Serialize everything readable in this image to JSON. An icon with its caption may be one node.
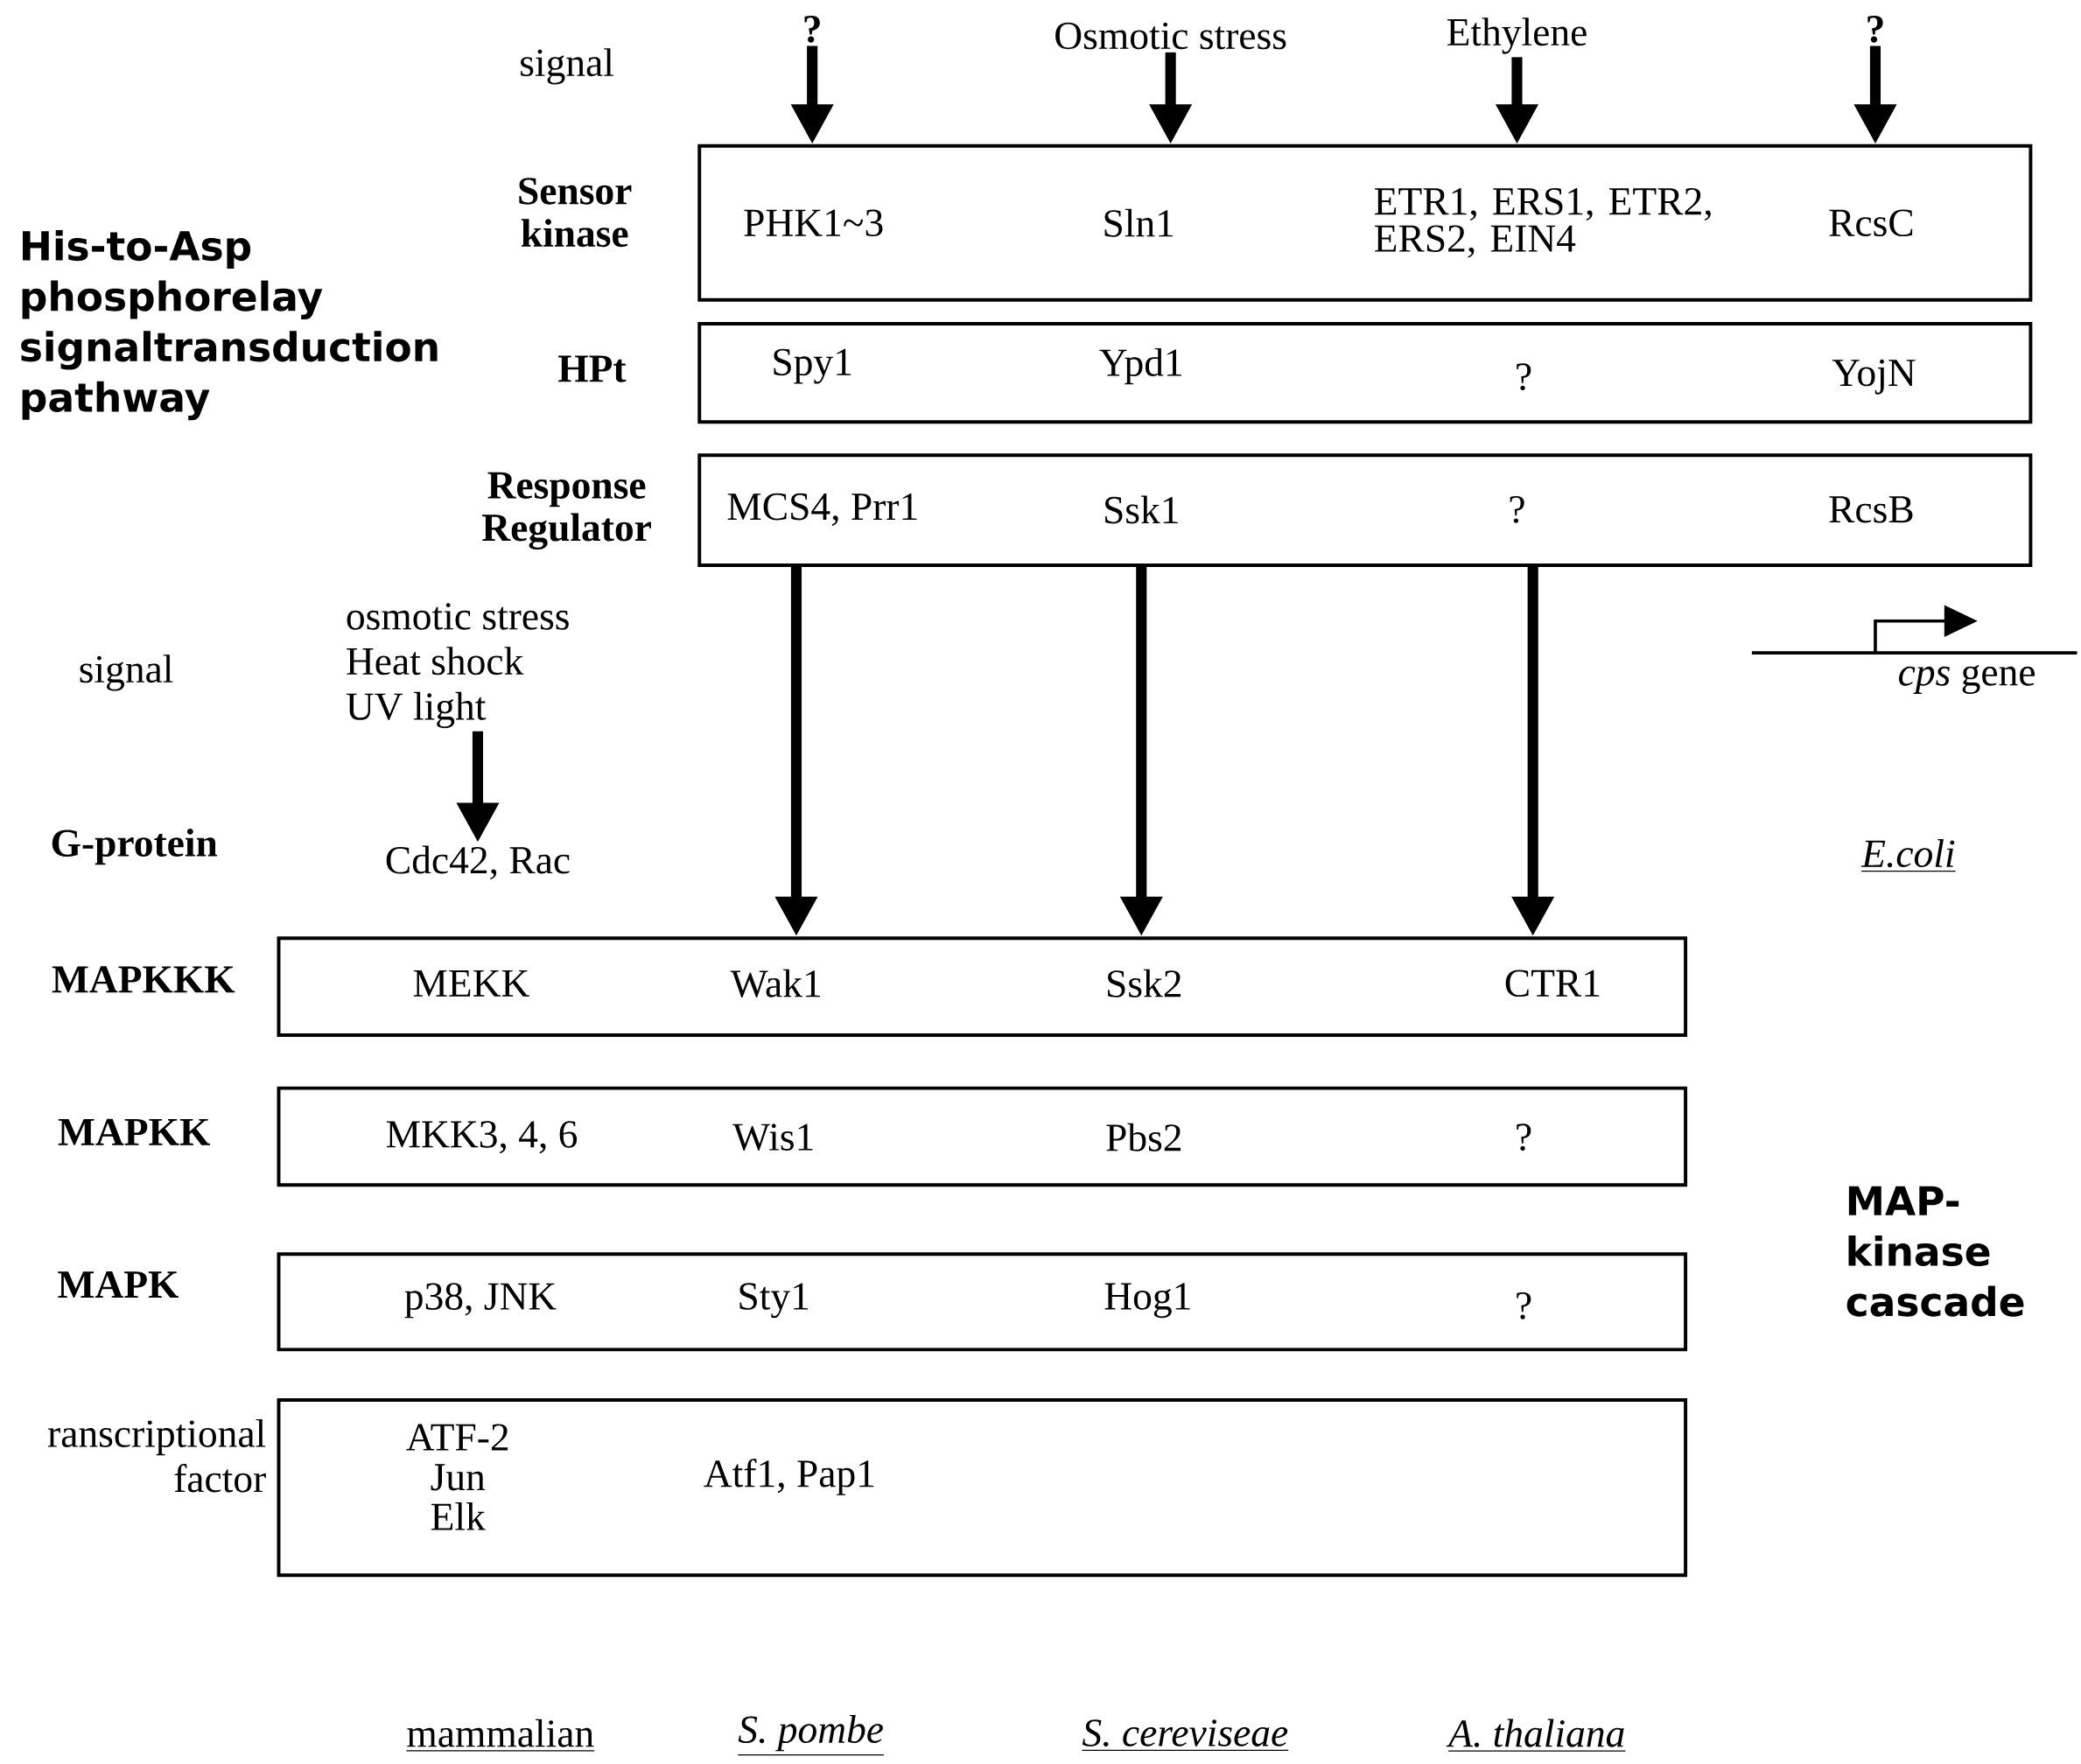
{
  "diagram": {
    "nodes": [
      {
        "text": [
          "?"
        ]
      },
      {
        "text": [
          "Osmotic stress"
        ]
      },
      {
        "text": [
          "Ethylene"
        ]
      },
      {
        "text": [
          "?"
        ]
      },
      {
        "text": [
          "PHK1~3",
          "Sln1",
          "ETR1, ERS1, ETR2, ERS2, EIN4",
          "RcsC"
        ]
      },
      {
        "text": [
          "Spy1",
          "Ypd1",
          "?",
          "YojN"
        ]
      },
      {
        "text": [
          "MCS4, Prr1",
          "Ssk1",
          "?",
          "RcsB"
        ]
      },
      {
        "text": [
          "osmotic stress",
          "Heat shock",
          "UV light"
        ]
      },
      {
        "text": [
          "Cdc42, Rac"
        ]
      },
      {
        "text": [
          "MEKK",
          "Wak1",
          "Ssk2",
          "CTR1"
        ]
      },
      {
        "text": [
          "MKK3, 4, 6",
          "Wis1",
          "Pbs2",
          "?"
        ]
      },
      {
        "text": [
          "p38, JNK",
          "Sty1",
          "Hog1",
          "?"
        ]
      },
      {
        "text": [
          "ATF-2",
          "Jun",
          "Elk",
          "Atf1, Pap1"
        ]
      }
    ],
    "edges": [
      {
        "from": 0,
        "to": 4,
        "arrow": "to"
      },
      {
        "from": 1,
        "to": 4,
        "arrow": "to"
      },
      {
        "from": 2,
        "to": 4,
        "arrow": "to"
      },
      {
        "from": 3,
        "to": 4,
        "arrow": "to"
      },
      {
        "from": 6,
        "to": 9,
        "arrow": "to"
      },
      {
        "from": 6,
        "to": 9,
        "arrow": "to"
      },
      {
        "from": 6,
        "to": 9,
        "arrow": "to"
      },
      {
        "from": 7,
        "to": 8,
        "arrow": "to"
      }
    ],
    "labels": [
      "signal",
      "Sensor kinase",
      "His-to-Asp phosphorelay signaltransduction pathway",
      "HPt",
      "Response Regulator",
      "signal",
      "*cps* gene",
      "G-protein",
      "E.coli",
      "MAPKKK",
      "MAPKK",
      "MAP- kinase cascade",
      "MAPK",
      "ranscriptional factor",
      "mammalian",
      "S. pombe",
      "S. cereviseae",
      "A. thaliana"
    ]
  }
}
